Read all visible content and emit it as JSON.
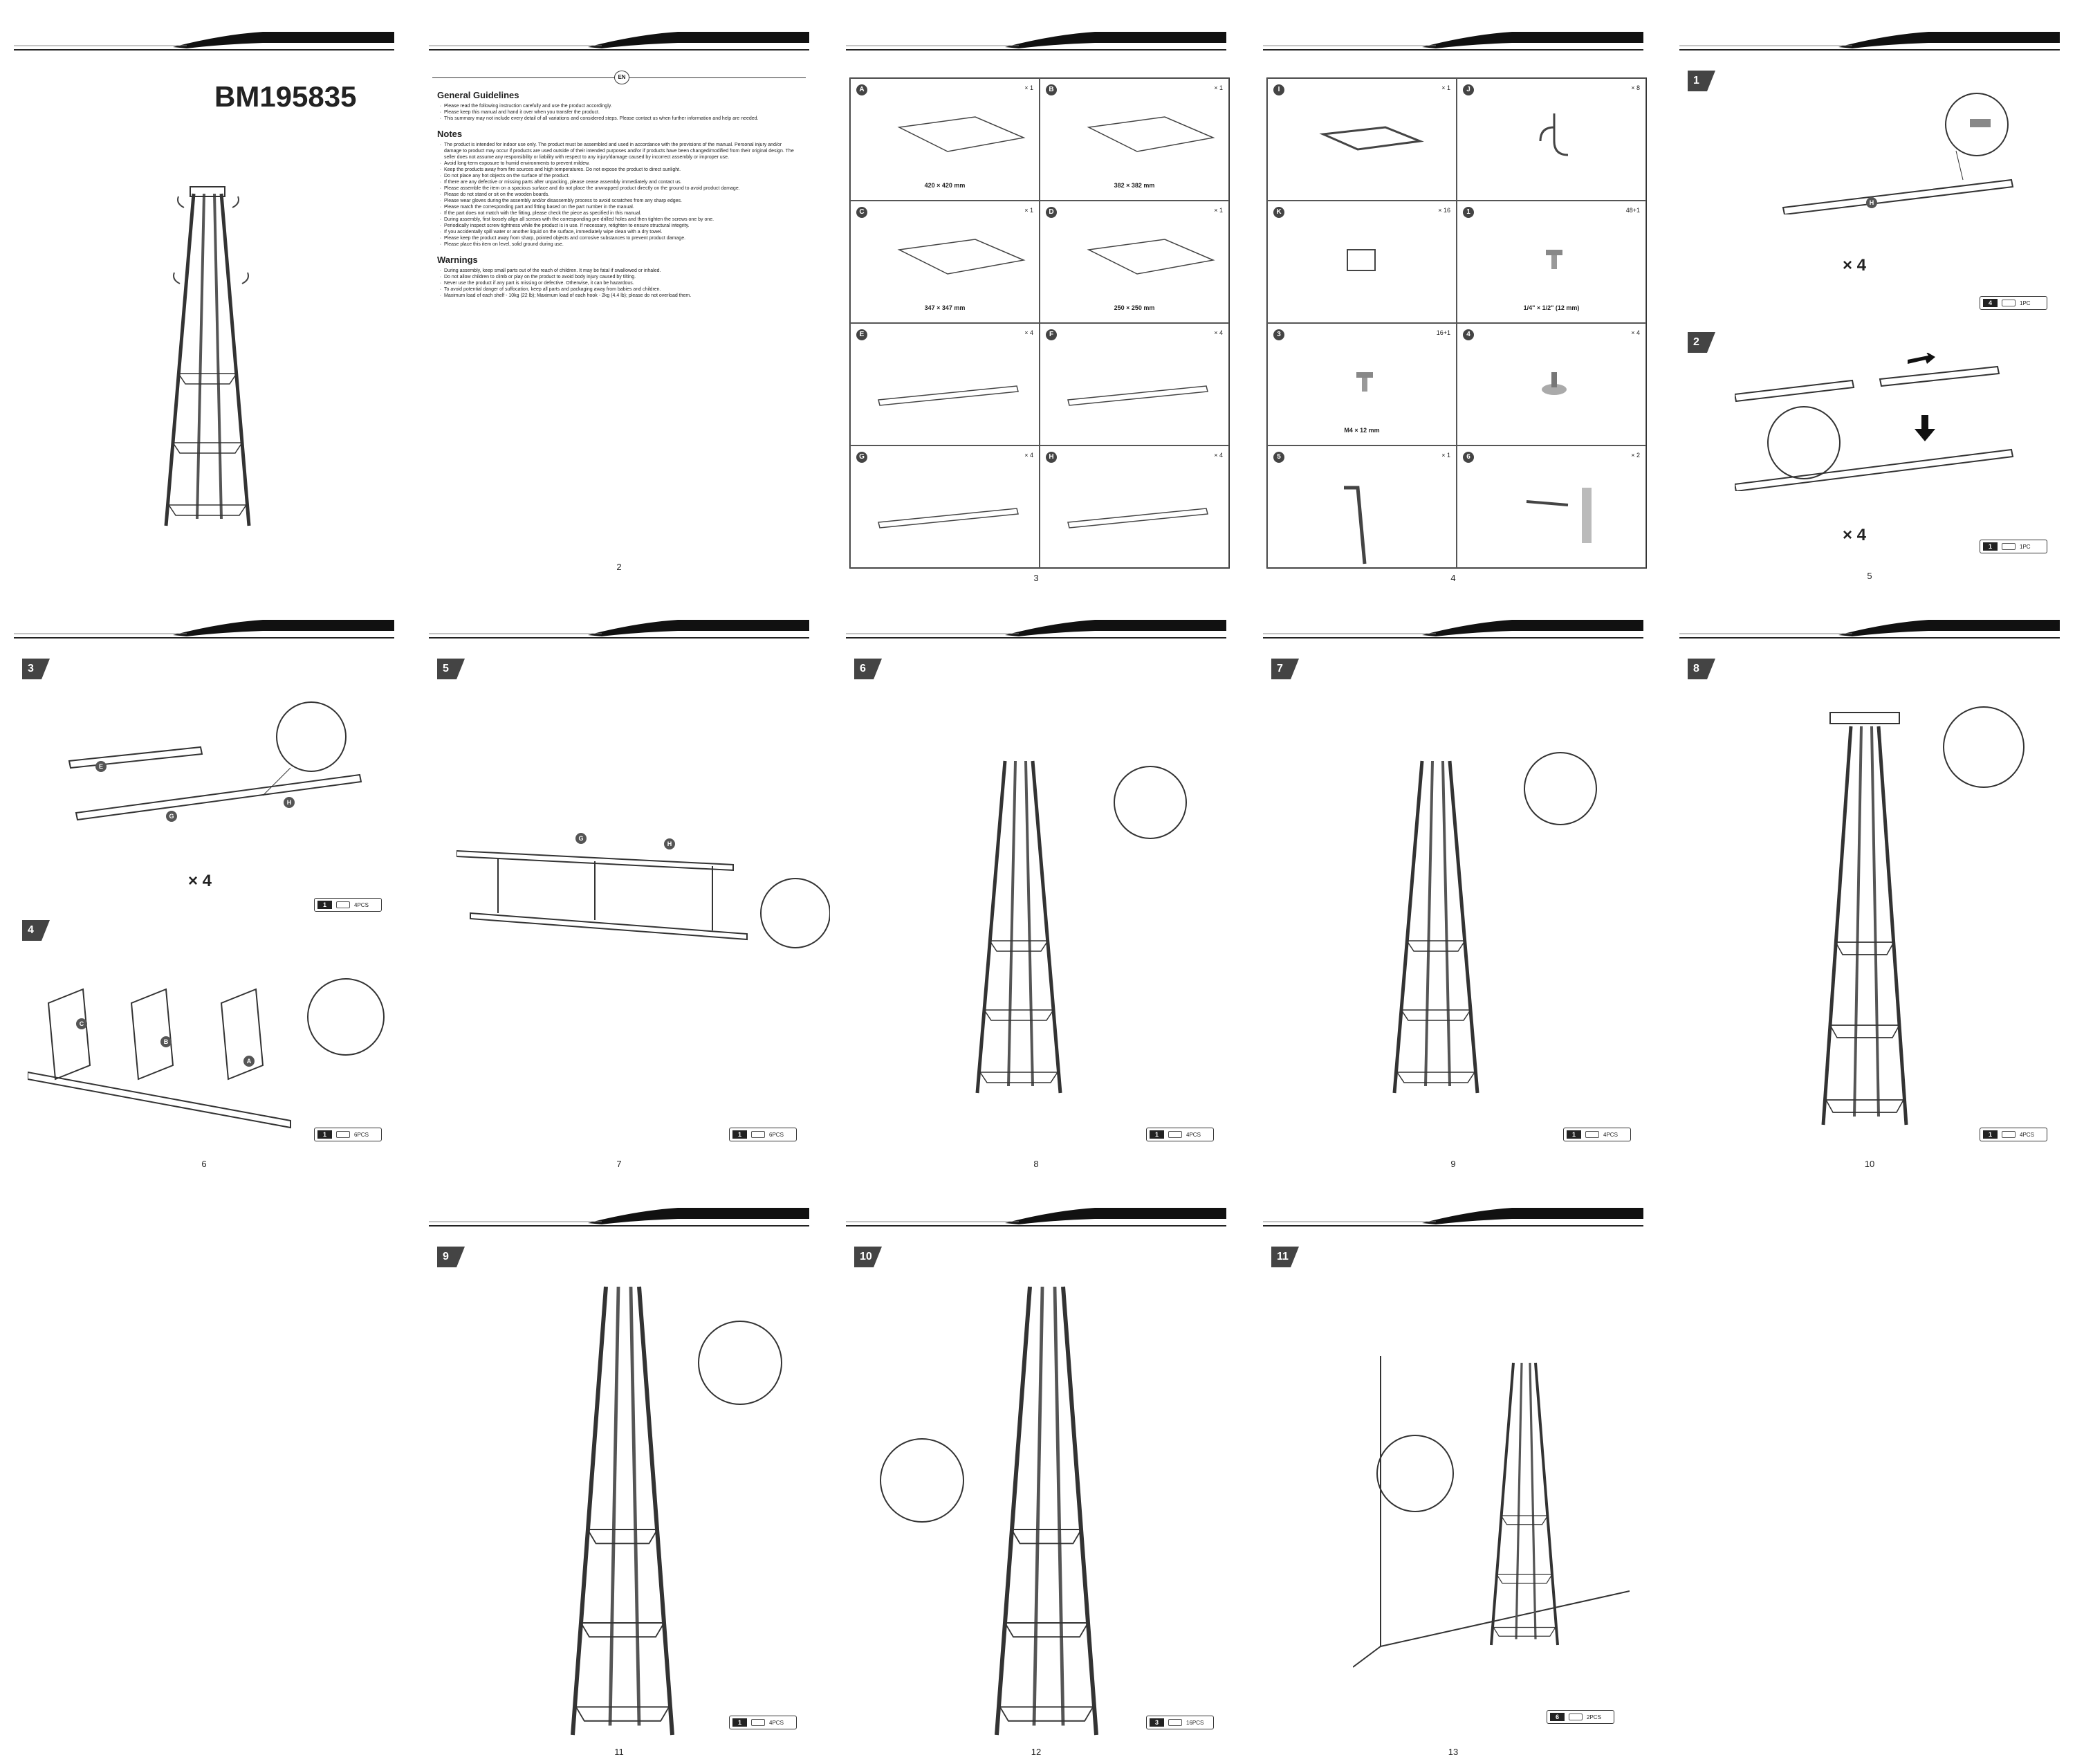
{
  "model": "BM195835",
  "lang_badge": "EN",
  "guidelines": {
    "general_title": "General Guidelines",
    "general": [
      "Please read the following instruction carefully and use the product accordingly.",
      "Please keep this manual and hand it over when you transfer the product.",
      "This summary may not include every detail of all variations and considered steps. Please contact us when further information and help are needed."
    ],
    "notes_title": "Notes",
    "notes": [
      "The product is intended for indoor use only. The product must be assembled and used in accordance with the provisions of the manual. Personal injury and/or damage to product may occur if products are used outside of their intended purposes and/or if products have been changed/modified from their original design. The seller does not assume any responsibility or liability with respect to any injury/damage caused by incorrect assembly or improper use.",
      "Avoid long-term exposure to humid environments to prevent mildew.",
      "Keep the products away from fire sources and high temperatures. Do not expose the product to direct sunlight.",
      "Do not place any hot objects on the surface of the product.",
      "If there are any defective or missing parts after unpacking, please cease assembly immediately and contact us.",
      "Please assemble the item on a spacious surface and do not place the unwrapped product directly on the ground to avoid product damage.",
      "Please do not stand or sit on the wooden boards.",
      "Please wear gloves during the assembly and/or disassembly process to avoid scratches from any sharp edges.",
      "Please match the corresponding part and fitting based on the part number in the manual.",
      "If the part does not match with the fitting, please check the piece as specified in this manual.",
      "During assembly, first loosely align all screws with the corresponding pre-drilled holes and then tighten the screws one by one.",
      "Periodically inspect screw tightness while the product is in use. If necessary, retighten to ensure structural integrity.",
      "If you accidentally spill water or another liquid on the surface, immediately wipe clean with a dry towel.",
      "Please keep the product away from sharp, pointed objects and corrosive substances to prevent product damage.",
      "Please place this item on level, solid ground during use."
    ],
    "warnings_title": "Warnings",
    "warnings": [
      "During assembly, keep small parts out of the reach of children. It may be fatal if swallowed or inhaled.",
      "Do not allow children to climb or play on the product to avoid body injury caused by tilting.",
      "Never use the product if any part is missing or defective. Otherwise, it can be hazardous.",
      "To avoid potential danger of suffocation, keep all parts and packaging away from babies and children.",
      "Maximum load of each shelf - 10kg (22 lb); Maximum load of each hook - 2kg (4.4 lb); please do not overload them."
    ]
  },
  "parts_page3": [
    {
      "id": "A",
      "qty": "× 1",
      "dim": "420 × 420 mm"
    },
    {
      "id": "B",
      "qty": "× 1",
      "dim": "382 × 382 mm"
    },
    {
      "id": "C",
      "qty": "× 1",
      "dim": "347 × 347 mm"
    },
    {
      "id": "D",
      "qty": "× 1",
      "dim": "250 × 250 mm"
    },
    {
      "id": "E",
      "qty": "× 4",
      "dim": ""
    },
    {
      "id": "F",
      "qty": "× 4",
      "dim": ""
    },
    {
      "id": "G",
      "qty": "× 4",
      "dim": ""
    },
    {
      "id": "H",
      "qty": "× 4",
      "dim": ""
    }
  ],
  "parts_page4": [
    {
      "id": "I",
      "qty": "× 1",
      "dim": ""
    },
    {
      "id": "J",
      "qty": "× 8",
      "dim": ""
    },
    {
      "id": "K",
      "qty": "× 16",
      "dim": ""
    },
    {
      "id": "1",
      "qty": "48+1",
      "dim": "1/4\" × 1/2\"  (12 mm)"
    },
    {
      "id": "3",
      "qty": "16+1",
      "dim": "M4 × 12 mm"
    },
    {
      "id": "4",
      "qty": "× 4",
      "dim": ""
    },
    {
      "id": "5",
      "qty": "× 1",
      "dim": ""
    },
    {
      "id": "6",
      "qty": "× 2",
      "dim": ""
    }
  ],
  "times4": "× 4",
  "steps": {
    "s1": {
      "num": "1",
      "hw_n": "4",
      "hw_q": "1PC"
    },
    "s2": {
      "num": "2",
      "hw_n": "1",
      "hw_q": "1PC"
    },
    "s3": {
      "num": "3",
      "hw_n": "1",
      "hw_q": "4PCS"
    },
    "s4": {
      "num": "4",
      "hw_n": "1",
      "hw_q": "6PCS"
    },
    "s5": {
      "num": "5",
      "hw_n": "1",
      "hw_q": "6PCS"
    },
    "s6": {
      "num": "6",
      "hw_n": "1",
      "hw_q": "4PCS"
    },
    "s7": {
      "num": "7",
      "hw_n": "1",
      "hw_q": "4PCS"
    },
    "s8": {
      "num": "8",
      "hw_n": "1",
      "hw_q": "4PCS"
    },
    "s9": {
      "num": "9",
      "hw_n": "1",
      "hw_q": "4PCS"
    },
    "s10": {
      "num": "10",
      "hw_n": "3",
      "hw_q": "16PCS"
    },
    "s11": {
      "num": "11",
      "hw_n": "6",
      "hw_q": "2PCS"
    }
  },
  "labels": {
    "A": "A",
    "B": "B",
    "C": "C",
    "D": "D",
    "E": "E",
    "F": "F",
    "G": "G",
    "H": "H",
    "J": "J",
    "K": "K",
    "one": "1",
    "three": "3",
    "four": "4",
    "six": "6",
    "a": "a",
    "b": "b"
  },
  "pages": [
    "2",
    "3",
    "4",
    "5",
    "6",
    "7",
    "8",
    "9",
    "10",
    "11",
    "12",
    "13"
  ]
}
